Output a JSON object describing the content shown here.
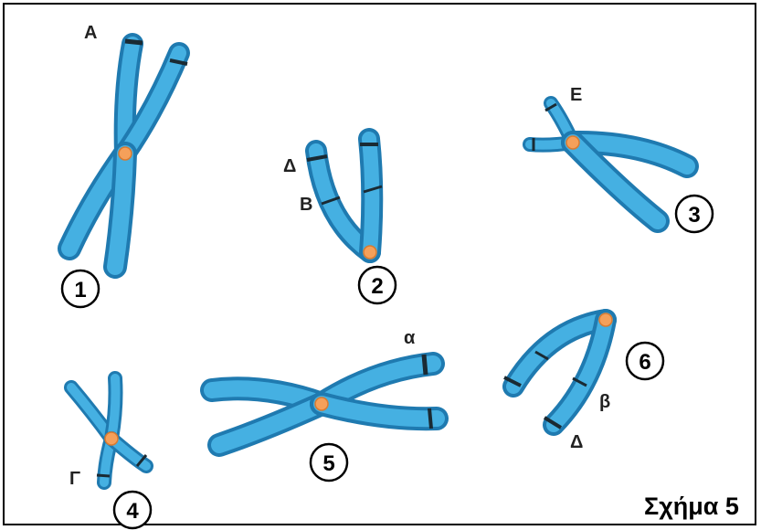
{
  "caption": "Σχήμα 5",
  "colors": {
    "chromatid": "#3aa3d8",
    "chromatid_dark": "#1f7ab0",
    "centromere": "#f5a05a",
    "band": "#1a2a33"
  },
  "chromosomes": [
    {
      "number": "1",
      "labels": [
        "Α"
      ]
    },
    {
      "number": "2",
      "labels": [
        "Δ",
        "Β"
      ]
    },
    {
      "number": "3",
      "labels": [
        "Ε"
      ]
    },
    {
      "number": "4",
      "labels": [
        "Γ"
      ]
    },
    {
      "number": "5",
      "labels": [
        "α"
      ]
    },
    {
      "number": "6",
      "labels": [
        "β",
        "Δ"
      ]
    }
  ]
}
